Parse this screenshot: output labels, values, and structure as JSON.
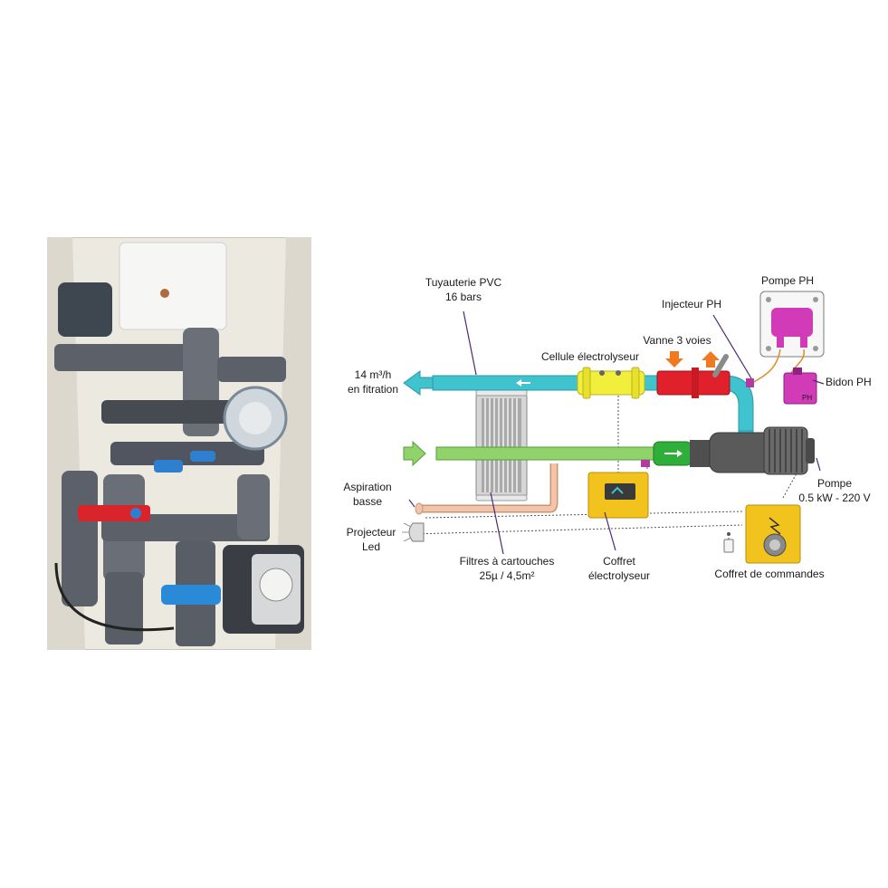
{
  "labels": {
    "tuyauterie_line1": "Tuyauterie PVC",
    "tuyauterie_line2": "16 bars",
    "pompe_ph": "Pompe PH",
    "injecteur_ph": "Injecteur PH",
    "vanne": "Vanne 3 voies",
    "cellule": "Cellule électrolyseur",
    "debit_line1": "14 m³/h",
    "debit_line2": "en fitration",
    "bidon_ph": "Bidon PH",
    "ph_mark": "PH",
    "pompe_line1": "Pompe",
    "pompe_line2": "0.5 kW - 220 V",
    "aspiration_line1": "Aspiration",
    "aspiration_line2": "basse",
    "projecteur_line1": "Projecteur",
    "projecteur_line2": "Led",
    "filtres_line1": "Filtres à cartouches",
    "filtres_line2": "25µ / 4,5m²",
    "coffret_elec_line1": "Coffret",
    "coffret_elec_line2": "électrolyseur",
    "coffret_commandes": "Coffret de commandes"
  },
  "colors": {
    "return_pipe": "#3fc3cf",
    "suction_pipe": "#8fd36a",
    "valve": "#e0202a",
    "cell": "#f2ee3c",
    "ph_pump": "#d23bb8",
    "control_box": "#f2c21d",
    "pump_body": "#5a5a5a",
    "filter": "#9a9a9a",
    "low_suction_pipe": "#f3c5a8",
    "leader_line": "#4a2a7a"
  }
}
